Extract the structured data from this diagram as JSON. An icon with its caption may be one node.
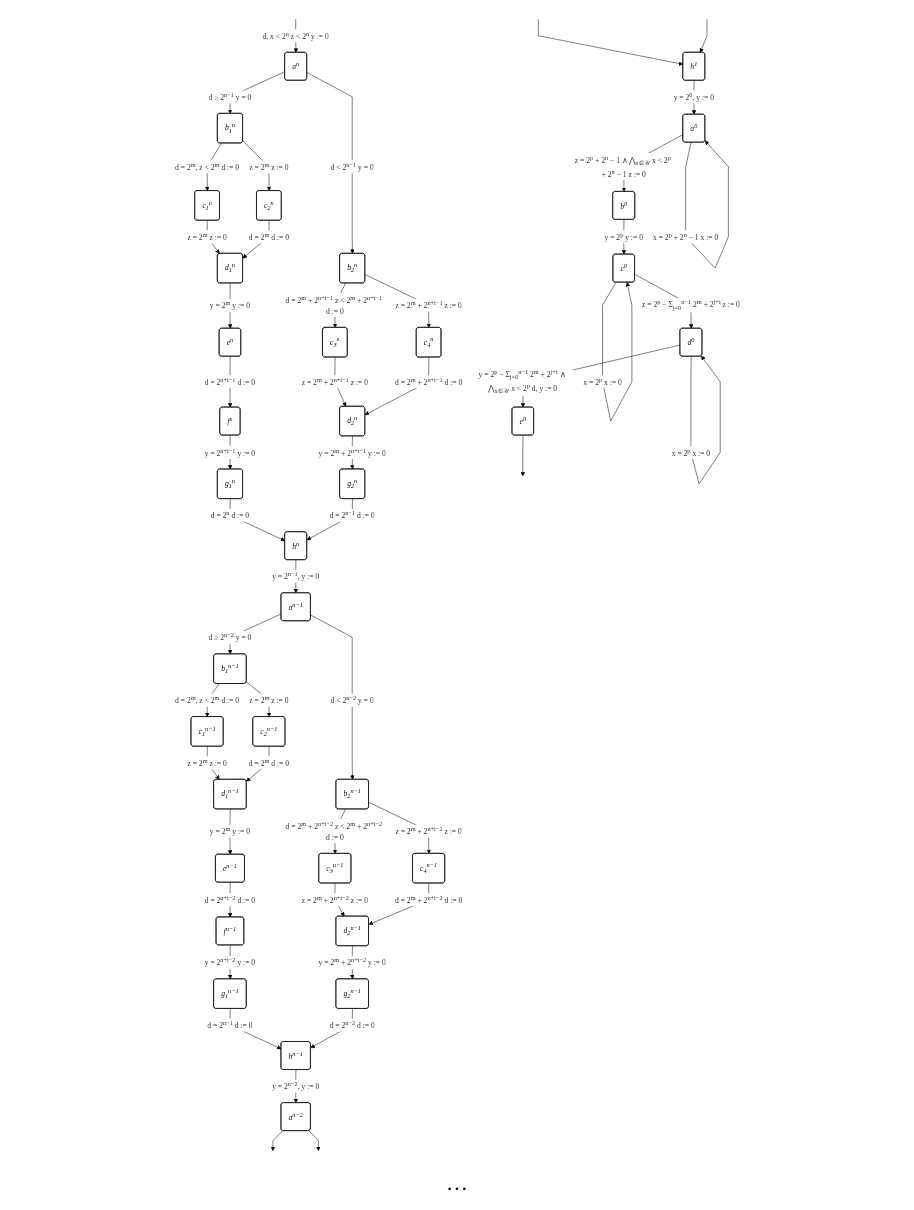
{
  "diagram": {
    "nodes": [
      {
        "text": [
          "a$^{n}$"
        ]
      },
      {
        "text": [
          "b$_{1}$$^{n}$"
        ]
      },
      {
        "text": [
          "b$_{2}$$^{n}$"
        ]
      },
      {
        "text": [
          "c$_{1}$$^{n}$"
        ]
      },
      {
        "text": [
          "c$_{2}$$^{n}$"
        ]
      },
      {
        "text": [
          "c$_{3}$$^{n}$"
        ]
      },
      {
        "text": [
          "c$_{4}$$^{n}$"
        ]
      },
      {
        "text": [
          "d$_{1}$$^{n}$"
        ]
      },
      {
        "text": [
          "d$_{2}$$^{n}$"
        ]
      },
      {
        "text": [
          "e$^{n}$"
        ]
      },
      {
        "text": [
          "f$^{n}$"
        ]
      },
      {
        "text": [
          "g$_{1}$$^{n}$"
        ]
      },
      {
        "text": [
          "g$_{2}$$^{n}$"
        ]
      },
      {
        "text": [
          "h$^{n}$"
        ]
      },
      {
        "text": [
          "a$^{n−1}$"
        ]
      },
      {
        "text": [
          "b$_{1}$$^{n−1}$"
        ]
      },
      {
        "text": [
          "b$_{2}$$^{n−1}$"
        ]
      },
      {
        "text": [
          "c$_{1}$$^{n−1}$"
        ]
      },
      {
        "text": [
          "c$_{2}$$^{n−1}$"
        ]
      },
      {
        "text": [
          "c$_{3}$$^{n−1}$"
        ]
      },
      {
        "text": [
          "c$_{4}$$^{n−1}$"
        ]
      },
      {
        "text": [
          "d$_{1}$$^{n−1}$"
        ]
      },
      {
        "text": [
          "d$_{2}$$^{n−1}$"
        ]
      },
      {
        "text": [
          "e$^{n−1}$"
        ]
      },
      {
        "text": [
          "f$^{n−1}$"
        ]
      },
      {
        "text": [
          "g$_{1}$$^{n−1}$"
        ]
      },
      {
        "text": [
          "g$_{2}$$^{n−1}$"
        ]
      },
      {
        "text": [
          "h$^{n−1}$"
        ]
      },
      {
        "text": [
          "a$^{n−2}$"
        ]
      },
      {
        "text": [
          "h$^{1}$"
        ]
      },
      {
        "text": [
          "a$^{0}$"
        ]
      },
      {
        "text": [
          "b$^{0}$"
        ]
      },
      {
        "text": [
          "c$^{0}$"
        ]
      },
      {
        "text": [
          "d$^{0}$"
        ]
      },
      {
        "text": [
          "e$^{0}$"
        ]
      }
    ],
    "edges": [
      {
        "from": null,
        "to": 0,
        "arrow": "to",
        "label": "d, x < 2$^{n}$ z < 2$^{n}$ y := 0"
      },
      {
        "from": 0,
        "to": 1,
        "arrow": "to",
        "label": "d ≥ 2$^{n−1}$ y = 0"
      },
      {
        "from": 0,
        "to": 2,
        "arrow": "to",
        "label": "d < 2$^{n−1}$ y = 0"
      },
      {
        "from": 1,
        "to": 3,
        "arrow": "to",
        "label": "d = 2$^{m}$, z < 2$^{m}$ d := 0"
      },
      {
        "from": 1,
        "to": 4,
        "arrow": "to",
        "label": "z = 2$^{m}$ z := 0"
      },
      {
        "from": 3,
        "to": 7,
        "arrow": "to",
        "label": "z = 2$^{m}$ z := 0"
      },
      {
        "from": 4,
        "to": 7,
        "arrow": "to",
        "label": "d = 2$^{m}$ d := 0"
      },
      {
        "from": 7,
        "to": 9,
        "arrow": "to",
        "label": "y = 2$^{m}$ y := 0"
      },
      {
        "from": 9,
        "to": 10,
        "arrow": "to",
        "label": "d = 2$^{n+i−1}$ d := 0"
      },
      {
        "from": 10,
        "to": 11,
        "arrow": "to",
        "label": "y = 2$^{n+i−1}$ y := 0"
      },
      {
        "from": 11,
        "to": 13,
        "arrow": "to",
        "label": "d = 2$^{n}$ d := 0"
      },
      {
        "from": 2,
        "to": 5,
        "arrow": "to",
        "label": "d = 2$^{m}$ + 2$^{n+i−1}$ z < 2$^{m}$ + 2$^{n+i−1}$ d := 0"
      },
      {
        "from": 2,
        "to": 6,
        "arrow": "to",
        "label": "z = 2$^{m}$ + 2$^{n+i−1}$ z := 0"
      },
      {
        "from": 5,
        "to": 8,
        "arrow": "to",
        "label": "z = 2$^{m}$ + 2$^{n+i−1}$ z := 0"
      },
      {
        "from": 6,
        "to": 8,
        "arrow": "to",
        "label": "d = 2$^{m}$ + 2$^{n+i−1}$ d := 0"
      },
      {
        "from": 8,
        "to": 12,
        "arrow": "to",
        "label": "y = 2$^{m}$ + 2$^{n+i−1}$ y := 0"
      },
      {
        "from": 12,
        "to": 13,
        "arrow": "to",
        "label": "d = 2$^{n−1}$ d := 0"
      },
      {
        "from": 13,
        "to": 14,
        "arrow": "to",
        "label": "y = 2$^{n−1}$, y := 0"
      },
      {
        "from": 14,
        "to": 15,
        "arrow": "to",
        "label": "d ≥ 2$^{n−2}$ y = 0"
      },
      {
        "from": 14,
        "to": 16,
        "arrow": "to",
        "label": "d < 2$^{n−2}$ y = 0"
      },
      {
        "from": 15,
        "to": 17,
        "arrow": "to",
        "label": "d = 2$^{m}$, z < 2$^{m}$ d := 0"
      },
      {
        "from": 15,
        "to": 18,
        "arrow": "to",
        "label": "z = 2$^{m}$ z := 0"
      },
      {
        "from": 17,
        "to": 21,
        "arrow": "to",
        "label": "z = 2$^{m}$ z := 0"
      },
      {
        "from": 18,
        "to": 21,
        "arrow": "to",
        "label": "d = 2$^{m}$ d := 0"
      },
      {
        "from": 21,
        "to": 23,
        "arrow": "to",
        "label": "y = 2$^{m}$ y := 0"
      },
      {
        "from": 23,
        "to": 24,
        "arrow": "to",
        "label": "d = 2$^{n+i−2}$ d := 0"
      },
      {
        "from": 24,
        "to": 25,
        "arrow": "to",
        "label": "y = 2$^{n+i−2}$ y := 0"
      },
      {
        "from": 25,
        "to": 27,
        "arrow": "to",
        "label": "d = 2$^{n−1}$ d := 0"
      },
      {
        "from": 16,
        "to": 19,
        "arrow": "to",
        "label": "d = 2$^{m}$ + 2$^{n+i−2}$ z < 2$^{m}$ + 2$^{n+i−2}$ d := 0"
      },
      {
        "from": 16,
        "to": 20,
        "arrow": "to",
        "label": "z = 2$^{m}$ + 2$^{n+i−2}$ z := 0"
      },
      {
        "from": 19,
        "to": 22,
        "arrow": "to",
        "label": "z = 2$^{m}$ + 2$^{n+i−2}$ z := 0"
      },
      {
        "from": 20,
        "to": 22,
        "arrow": "to",
        "label": "d = 2$^{m}$ + 2$^{n+i−2}$ d := 0"
      },
      {
        "from": 22,
        "to": 26,
        "arrow": "to",
        "label": "y = 2$^{m}$ + 2$^{n+i−2}$ y := 0"
      },
      {
        "from": 26,
        "to": 27,
        "arrow": "to",
        "label": "d = 2$^{n−2}$ d := 0"
      },
      {
        "from": 27,
        "to": 28,
        "arrow": "to",
        "label": "y = 2$^{n−2}$, y := 0"
      },
      {
        "from": 28,
        "to": null,
        "arrow": "to"
      },
      {
        "from": 28,
        "to": null,
        "arrow": "to"
      },
      {
        "from": null,
        "to": 29,
        "arrow": "to"
      },
      {
        "from": null,
        "to": 29,
        "arrow": "to"
      },
      {
        "from": 29,
        "to": 30,
        "arrow": "to",
        "label": "y = 2$^{0}$, y := 0"
      },
      {
        "from": 30,
        "to": 30,
        "arrow": "to",
        "label": "x = 2$^{p}$ + 2$^{n}$ − 1 x := 0"
      },
      {
        "from": 30,
        "to": 31,
        "arrow": "to",
        "label": "z = 2$^{p}$ + 2$^{n}$ − 1 ∧ ⋀$_{x∈𝒰}$ x < 2$^{p}$ + 2$^{n}$ − 1 z := 0"
      },
      {
        "from": 31,
        "to": 32,
        "arrow": "to",
        "label": "y = 2$^{p}$ y := 0"
      },
      {
        "from": 32,
        "to": 32,
        "arrow": "to",
        "label": "x = 2$^{p}$ x := 0"
      },
      {
        "from": 32,
        "to": 33,
        "arrow": "to",
        "label": "z = 2$^{p}$ − Σ$_{j=0}$$^{n−1}$ 2$^{m}$ + 2$^{j+i}$ z := 0"
      },
      {
        "from": 33,
        "to": 33,
        "arrow": "to",
        "label": "x = 2$^{p}$ x := 0"
      },
      {
        "from": 33,
        "to": 34,
        "arrow": "to",
        "label": "y = 2$^{p}$ − Σ$_{j=0}$$^{n−1}$ 2$^{m}$ + 2$^{j+i}$ ∧ ⋀$_{x∈𝒰}$ x < 2$^{p}$ d, y := 0"
      },
      {
        "from": 34,
        "to": null,
        "arrow": "to"
      }
    ],
    "labels": [
      "…"
    ]
  }
}
